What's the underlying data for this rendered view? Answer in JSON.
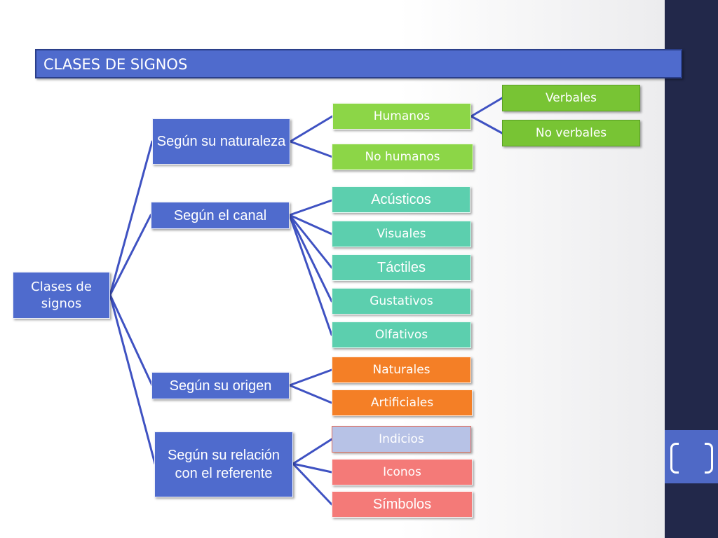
{
  "title": "CLASES DE SIGNOS",
  "root": "Clases de signos",
  "categories": {
    "naturaleza": "Según su naturaleza",
    "canal": "Según el canal",
    "origen": "Según su origen",
    "referente": "Según su relación con el referente"
  },
  "naturaleza": {
    "humanos": "Humanos",
    "no_humanos": "No humanos",
    "verbales": "Verbales",
    "no_verbales": "No verbales"
  },
  "canal": [
    "Acústicos",
    "Visuales",
    "Táctiles",
    "Gustativos",
    "Olfativos"
  ],
  "origen": [
    "Naturales",
    "Artificiales"
  ],
  "referente": [
    "Indicios",
    "Iconos",
    "Símbolos"
  ],
  "colors": {
    "title_blue": "#4f6bcd",
    "green": "#8cd647",
    "teal": "#5ccfae",
    "orange": "#f47f26",
    "lavender": "#b7c2e6",
    "pink": "#f47a78",
    "sidebar": "#22284a",
    "connector": "#3f52c2"
  },
  "icons": [
    "bracket-icon"
  ]
}
